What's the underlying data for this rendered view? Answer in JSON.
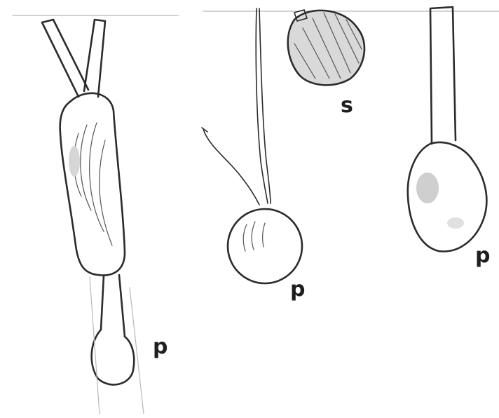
{
  "labels": {
    "sporangium_left": "p",
    "sporangium_middle": "p",
    "sporangium_right": "p",
    "spore": "s"
  }
}
